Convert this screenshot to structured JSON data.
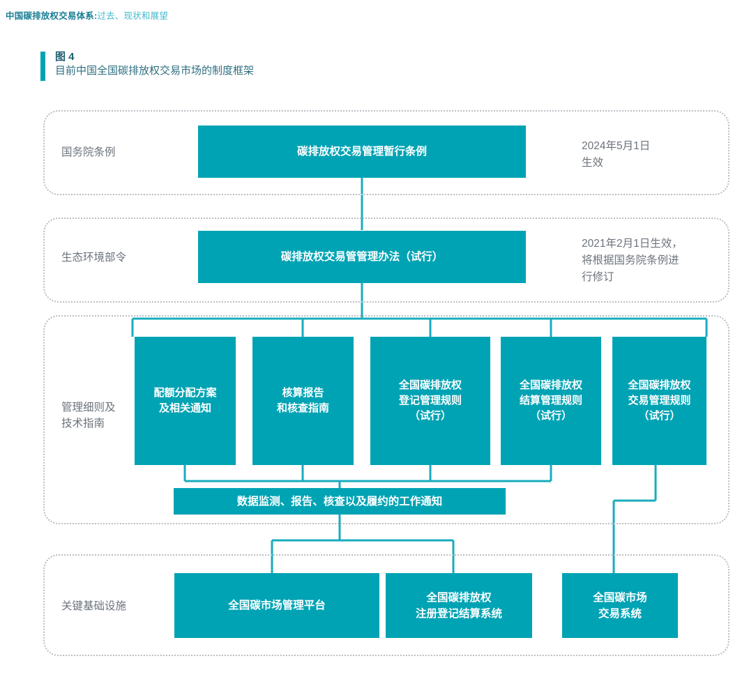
{
  "running_header": {
    "bold": "中国碳排放权交易体系:",
    "rest": "过去、现状和展望"
  },
  "figure": {
    "number": "图 4",
    "subtitle": "目前中国全国碳排放权交易市场的制度框架",
    "accent_color": "#00A3B4",
    "node_color": "#00A3B4",
    "connector_color": "#18ACBE",
    "band_border_color": "#B9BEC4",
    "label_color": "#6C737B"
  },
  "rows": [
    {
      "label": "国务院条例"
    },
    {
      "label": "生态环境部令"
    },
    {
      "label": "管理细则及\n技术指南"
    },
    {
      "label": "关键基础设施"
    }
  ],
  "nodes": {
    "regulation": "碳排放权交易管理暂行条例",
    "measure": "碳排放权交易管管理办法（试行）",
    "rule1": "配额分配方案\n及相关通知",
    "rule2": "核算报告\n和核查指南",
    "rule3": "全国碳排放权\n登记管理规则\n（试行）",
    "rule4": "全国碳排放权\n结算管理规则\n（试行）",
    "rule5": "全国碳排放权\n交易管理规则\n（试行）",
    "notice": "数据监测、报告、核查以及履约的工作通知",
    "infra1": "全国碳市场管理平台",
    "infra2": "全国碳排放权\n注册登记结算系统",
    "infra3": "全国碳市场\n交易系统"
  },
  "notes": {
    "regulation_note": "2024年5月1日\n生效",
    "measure_note": "2021年2月1日生效，\n将根据国务院条例进\n行修订"
  }
}
